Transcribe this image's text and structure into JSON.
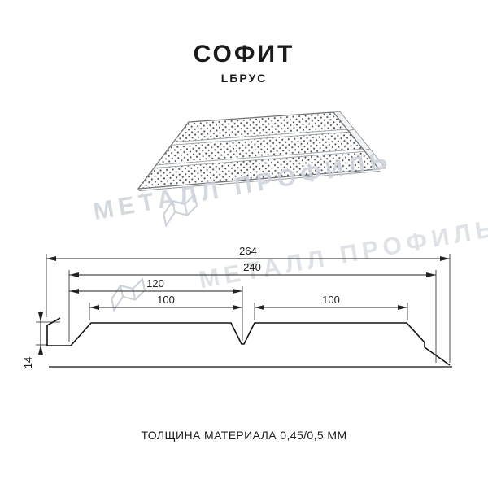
{
  "header": {
    "title": "СОФИТ",
    "subtitle": "LБРУС"
  },
  "drawing": {
    "dim_total_width": "264",
    "dim_working_width": "240",
    "dim_module": "120",
    "dim_plank_left": "100",
    "dim_plank_right": "100",
    "dim_height": "14"
  },
  "footer": {
    "note": "ТОЛЩИНА МАТЕРИАЛА 0,45/0,5 ММ"
  },
  "watermark": {
    "text": "МЕТАЛЛ ПРОФИЛЬ",
    "color": "#ccd2da"
  },
  "colors": {
    "line": "#1b1b1b",
    "profile": "#111111",
    "perforation": "#4d4d4d"
  }
}
